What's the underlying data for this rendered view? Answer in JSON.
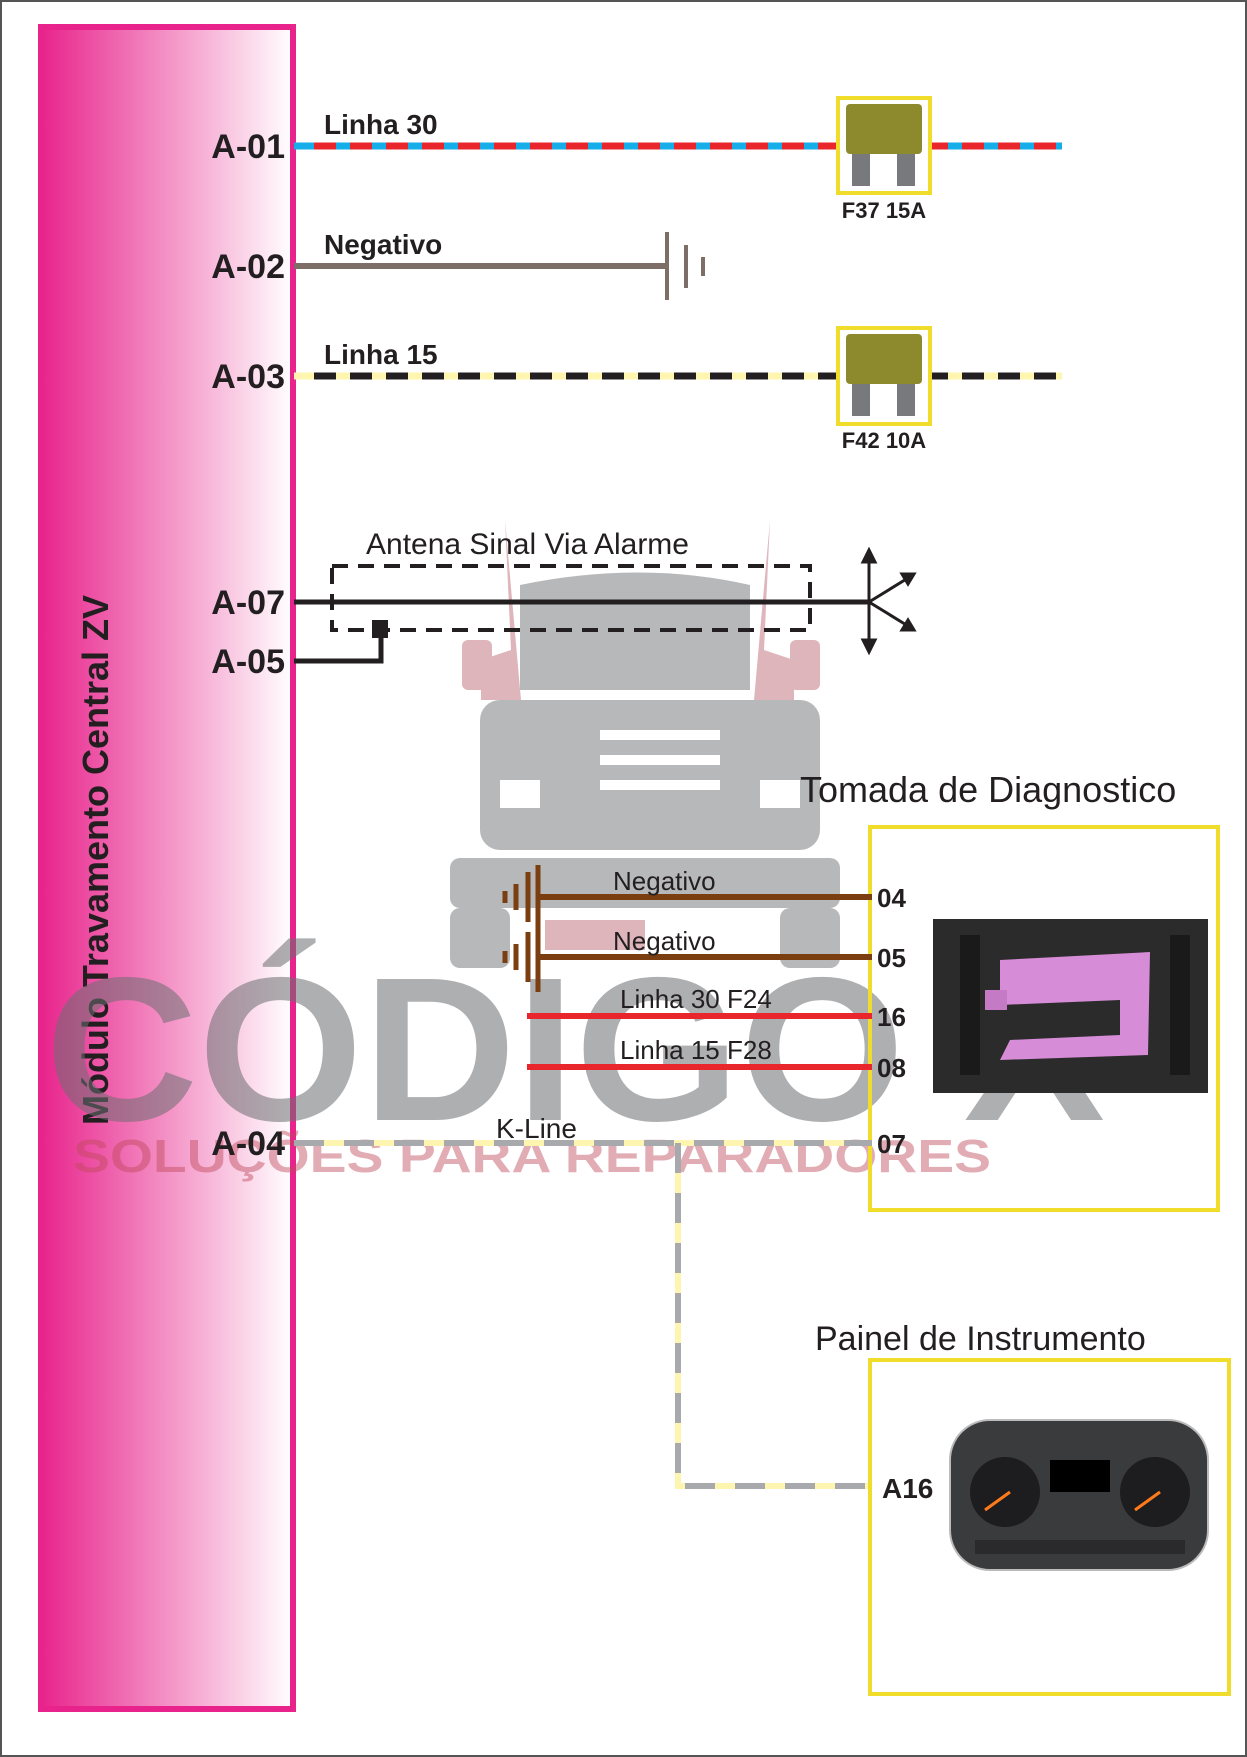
{
  "module": {
    "title": "Módulo Travamento Central ZV"
  },
  "colors": {
    "module": "#e8248c",
    "frame": "#f0dc2a",
    "ground": "#7a3e10",
    "red": "#e8262c",
    "blue": "#16aee8",
    "pale_yellow": "#fdf5b0"
  },
  "circuits": [
    {
      "pin": "A-01",
      "label": "Linha 30",
      "fuse": "F37 15A"
    },
    {
      "pin": "A-02",
      "label": "Negativo"
    },
    {
      "pin": "A-03",
      "label": "Linha 15",
      "fuse": "F42 10A"
    }
  ],
  "antenna": {
    "title": "Antena Sinal Via Alarme",
    "pin_a": "A-07",
    "pin_b": "A-05",
    "icon": "antenna-icon"
  },
  "diagnostic": {
    "title": "Tomada de Diagnostico",
    "wires": [
      {
        "label": "Negativo",
        "pin": "04"
      },
      {
        "label": "Negativo",
        "pin": "05"
      },
      {
        "label": "Linha 30 F24",
        "pin": "16"
      },
      {
        "label": "Linha 15 F28",
        "pin": "08"
      }
    ],
    "kline": {
      "label": "K-Line",
      "module_pin": "A-04",
      "pin": "07"
    }
  },
  "panel": {
    "title": "Painel de Instrumento",
    "pin": "A16"
  },
  "watermark": {
    "brand": "CÓDIGO X",
    "tagline": "SOLUÇÕES PARA REPARADORES"
  }
}
